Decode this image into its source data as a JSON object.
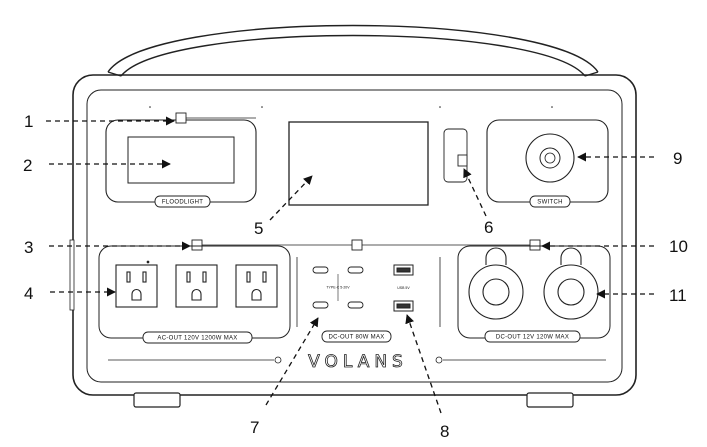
{
  "diagram": {
    "brand": "VOLANS",
    "panel_labels": {
      "floodlight": "FLOODLIGHT",
      "switch": "SWITCH",
      "ac_out": "AC-OUT 120V 1200W MAX",
      "dc_out": "DC-OUT 80W MAX",
      "dc_out_12v": "DC-OUT 12V 120W MAX",
      "type_c": "TYPE-C 5-20V",
      "usb": "USB 5V"
    },
    "callouts": [
      "1",
      "2",
      "3",
      "4",
      "5",
      "6",
      "7",
      "8",
      "9",
      "10",
      "11"
    ]
  }
}
